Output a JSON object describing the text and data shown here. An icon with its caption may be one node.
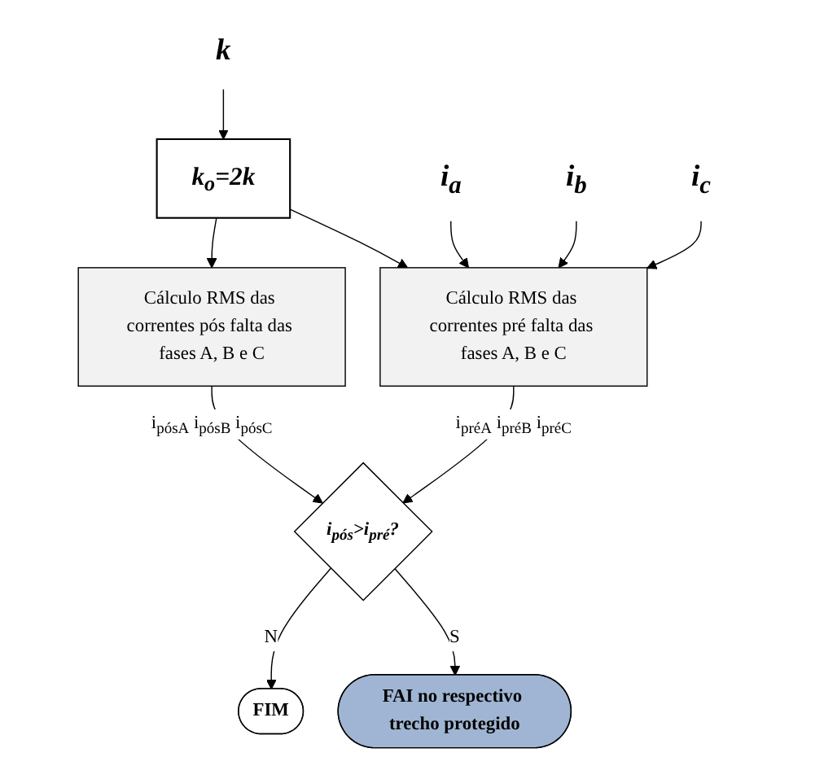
{
  "diagram": {
    "nodes": [
      {
        "text": [
          "k"
        ]
      },
      {
        "text": [
          "k$_{o}$=2k"
        ]
      },
      {
        "text": [
          "i$_{a}$"
        ]
      },
      {
        "text": [
          "i$_{b}$"
        ]
      },
      {
        "text": [
          "i$_{c}$"
        ]
      },
      {
        "text": [
          "Cálculo RMS das correntes pré falta das fases A, B e C"
        ]
      },
      {
        "text": [
          "Cálculo RMS das correntes pós falta das fases A, B e C"
        ]
      },
      {
        "text": [
          "i$_{pós}$>i$_{pré}$?"
        ]
      },
      {
        "text": [
          "FAI no respectivo trecho protegido"
        ]
      },
      {
        "text": [
          "FIM"
        ]
      }
    ],
    "edges": [
      {
        "from": 0,
        "to": 1,
        "arrow": "to"
      },
      {
        "from": 1,
        "to": 5,
        "arrow": "to"
      },
      {
        "from": 1,
        "to": 6,
        "arrow": "to"
      },
      {
        "from": 4,
        "to": 5,
        "arrow": "to"
      },
      {
        "from": 3,
        "to": 5,
        "arrow": "to"
      },
      {
        "from": 2,
        "to": 5,
        "arrow": "to"
      },
      {
        "from": 5,
        "to": 7,
        "arrow": "to",
        "label": "i$_{préA}$ i$_{préB}$ i$_{préC}$"
      },
      {
        "from": 6,
        "to": 7,
        "arrow": "to",
        "label": "i$_{pósA}$ i$_{pósB}$ i$_{pósC}$"
      },
      {
        "from": 7,
        "to": 8,
        "arrow": "to",
        "label": "S"
      },
      {
        "from": 7,
        "to": 9,
        "arrow": "to",
        "label": "N"
      }
    ]
  }
}
